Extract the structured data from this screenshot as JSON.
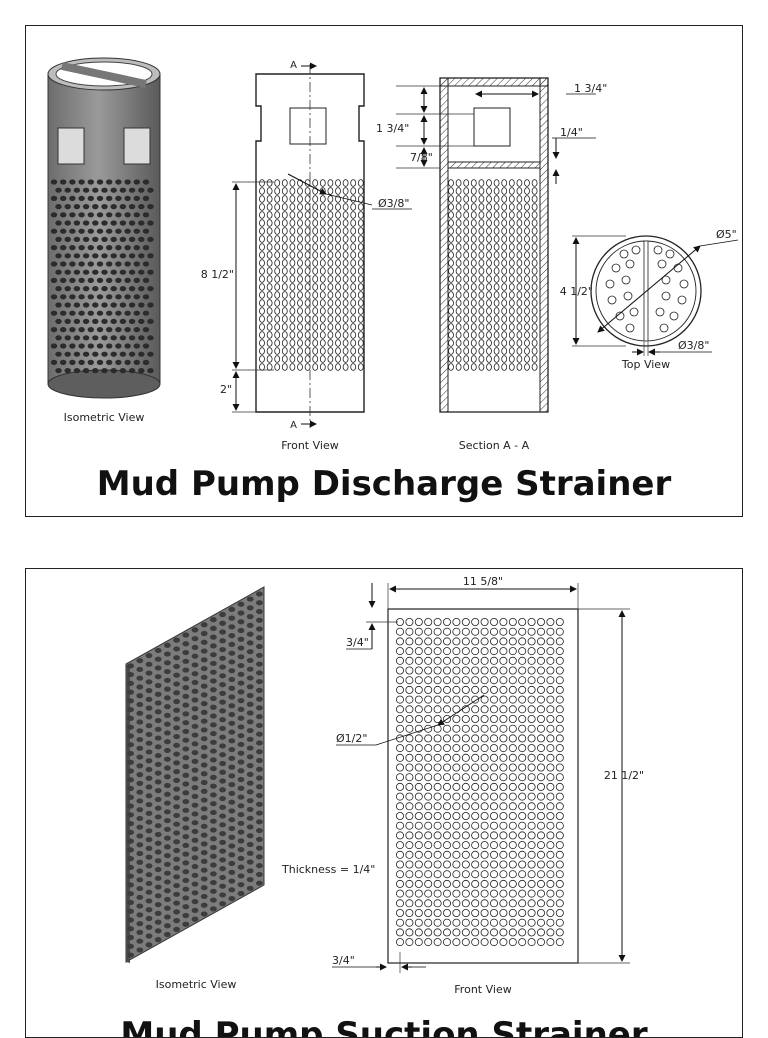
{
  "strainer": {
    "title": "Mud Pump Discharge Strainer",
    "views": {
      "isometric": "Isometric View",
      "front": "Front View",
      "section": "Section A - A",
      "top": "Top View"
    },
    "section_marker": "A",
    "dimensions": {
      "hole_diameter": "Ø3/8\"",
      "perforated_length": "8 1/2\"",
      "bottom_margin": "2\"",
      "top_inner": "1 3/4\"",
      "window_height": "1 3/4\"",
      "window_offset": "7/8\"",
      "wall": "1/4\"",
      "outer_diameter": "Ø5\"",
      "top_view_height": "4 1/2\"",
      "rib_width": "Ø3/8\""
    }
  },
  "screen": {
    "title": "Mud Pump Suction Strainer",
    "views": {
      "isometric": "Isometric View",
      "front": "Front View"
    },
    "dimensions": {
      "width": "11 5/8\"",
      "height": "21 1/2\"",
      "hole_diameter": "Ø1/2\"",
      "top_margin": "3/4\"",
      "side_margin": "3/4\"",
      "thickness": "Thickness = 1/4\""
    }
  }
}
